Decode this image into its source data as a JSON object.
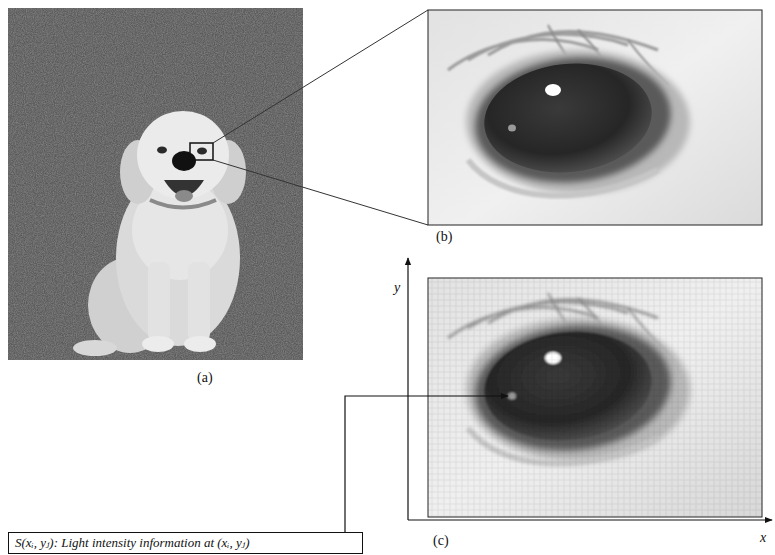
{
  "diagram": {
    "nodes": [
      {
        "text": [
          "S(xᵢ, yⱼ): Light intensity information at (xᵢ, yⱼ)"
        ]
      }
    ],
    "labels": [
      "(a)",
      "(b)",
      "(c)",
      "y",
      "x"
    ]
  }
}
